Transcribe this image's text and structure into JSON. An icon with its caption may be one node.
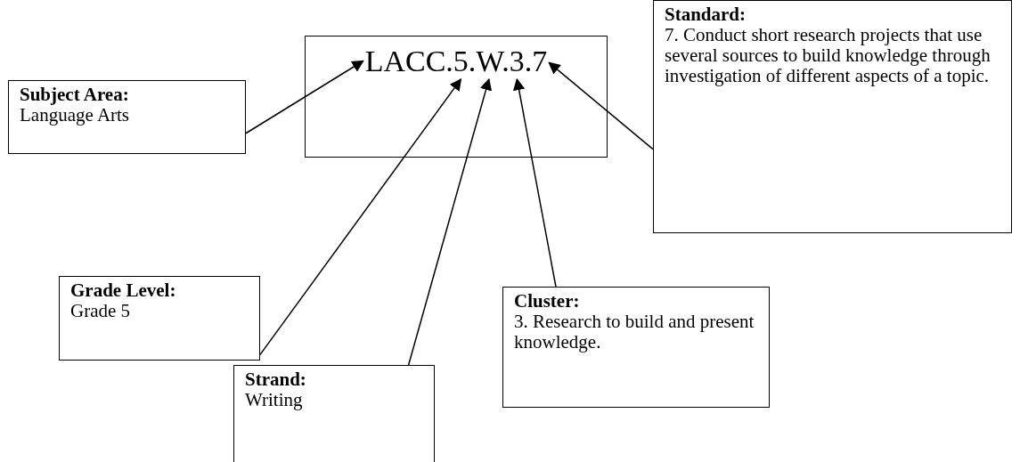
{
  "diagram": {
    "nodes": [
      {
        "text": [
          "LACC.5.W.3.7"
        ]
      },
      {
        "text": [
          "Subject Area:",
          "Language Arts"
        ]
      },
      {
        "text": [
          "Standard:",
          "7. Conduct short research projects that use several sources to build knowledge through investigation of different aspects of a topic."
        ]
      },
      {
        "text": [
          "Grade Level:",
          "Grade 5"
        ]
      },
      {
        "text": [
          "Cluster:",
          "3. Research to build and present knowledge."
        ]
      },
      {
        "text": [
          "Strand:",
          "Writing"
        ]
      }
    ],
    "edges": [
      {
        "from": 1,
        "to": 0,
        "arrow": "to"
      },
      {
        "from": 2,
        "to": 0,
        "arrow": "to"
      },
      {
        "from": 3,
        "to": 0,
        "arrow": "to"
      },
      {
        "from": 4,
        "to": 0,
        "arrow": "to"
      },
      {
        "from": 5,
        "to": 0,
        "arrow": "to"
      }
    ]
  }
}
